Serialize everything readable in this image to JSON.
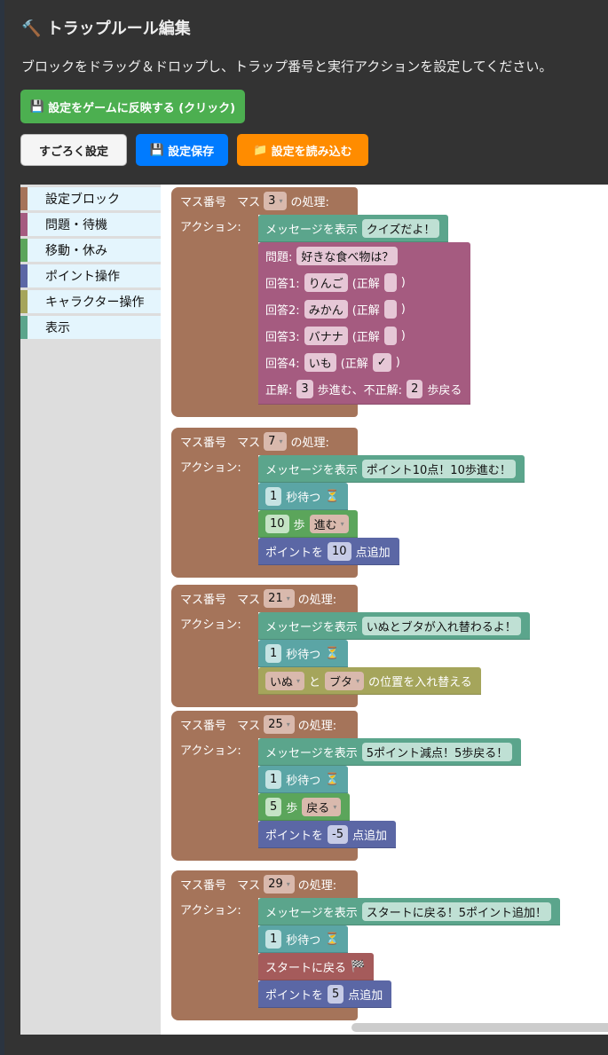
{
  "header": {
    "icon": "hammer-icon",
    "title": "トラップルール編集",
    "description": "ブロックをドラッグ＆ドロップし、トラップ番号と実行アクションを設定してください。"
  },
  "buttons": {
    "apply": "設定をゲームに反映する (クリック)",
    "sugoroku": "すごろく設定",
    "save": "設定保存",
    "load": "設定を読み込む"
  },
  "toolbox": [
    {
      "label": "設定ブロック",
      "color": "#a5745a"
    },
    {
      "label": "問題・待機",
      "color": "#a55b80"
    },
    {
      "label": "移動・休み",
      "color": "#5ba55b"
    },
    {
      "label": "ポイント操作",
      "color": "#5b67a5"
    },
    {
      "label": "キャラクター操作",
      "color": "#a5a55b"
    },
    {
      "label": "表示",
      "color": "#5ba58c"
    }
  ],
  "labels": {
    "trap_prefix": "マス番号",
    "square": "マス",
    "suffix": "の処理:",
    "action": "アクション:",
    "show_message": "メッセージを表示",
    "seconds_wait": "秒待つ",
    "steps": "歩",
    "point_prefix": "ポイントを",
    "point_suffix": "点追加",
    "swap_and": "と",
    "swap_suffix": "の位置を入れ替える",
    "back_to_start": "スタートに戻る",
    "question": "問題:",
    "correct": "(正解",
    "close": ")",
    "answer": "回答",
    "correct_steps": "正解:",
    "forward_text": "歩進む、不正解:",
    "back_text": "歩戻る"
  },
  "traps": [
    {
      "square": "3",
      "actions": [
        {
          "type": "msg",
          "text": "クイズだよ！"
        },
        {
          "type": "quiz",
          "question": "好きな食べ物は？",
          "answers": [
            {
              "n": "1",
              "text": "りんご",
              "correct": ""
            },
            {
              "n": "2",
              "text": "みかん",
              "correct": ""
            },
            {
              "n": "3",
              "text": "バナナ",
              "correct": ""
            },
            {
              "n": "4",
              "text": "いも",
              "correct": "✓"
            }
          ],
          "forward": "3",
          "back": "2"
        }
      ]
    },
    {
      "square": "7",
      "actions": [
        {
          "type": "msg",
          "text": "ポイント10点！10歩進む！"
        },
        {
          "type": "wait",
          "value": "1"
        },
        {
          "type": "move",
          "value": "10",
          "dir": "進む"
        },
        {
          "type": "pt",
          "value": "10"
        }
      ]
    },
    {
      "square": "21",
      "actions": [
        {
          "type": "msg",
          "text": "いぬとブタが入れ替わるよ！"
        },
        {
          "type": "wait",
          "value": "1"
        },
        {
          "type": "chr",
          "a": "いぬ",
          "b": "ブタ"
        }
      ]
    },
    {
      "square": "25",
      "actions": [
        {
          "type": "msg",
          "text": "5ポイント減点！5歩戻る！"
        },
        {
          "type": "wait",
          "value": "1"
        },
        {
          "type": "move",
          "value": "5",
          "dir": "戻る"
        },
        {
          "type": "pt",
          "value": "-5"
        }
      ]
    },
    {
      "square": "29",
      "actions": [
        {
          "type": "msg",
          "text": "スタートに戻る！5ポイント追加！"
        },
        {
          "type": "wait",
          "value": "1"
        },
        {
          "type": "back"
        },
        {
          "type": "pt",
          "value": "5"
        }
      ]
    }
  ]
}
